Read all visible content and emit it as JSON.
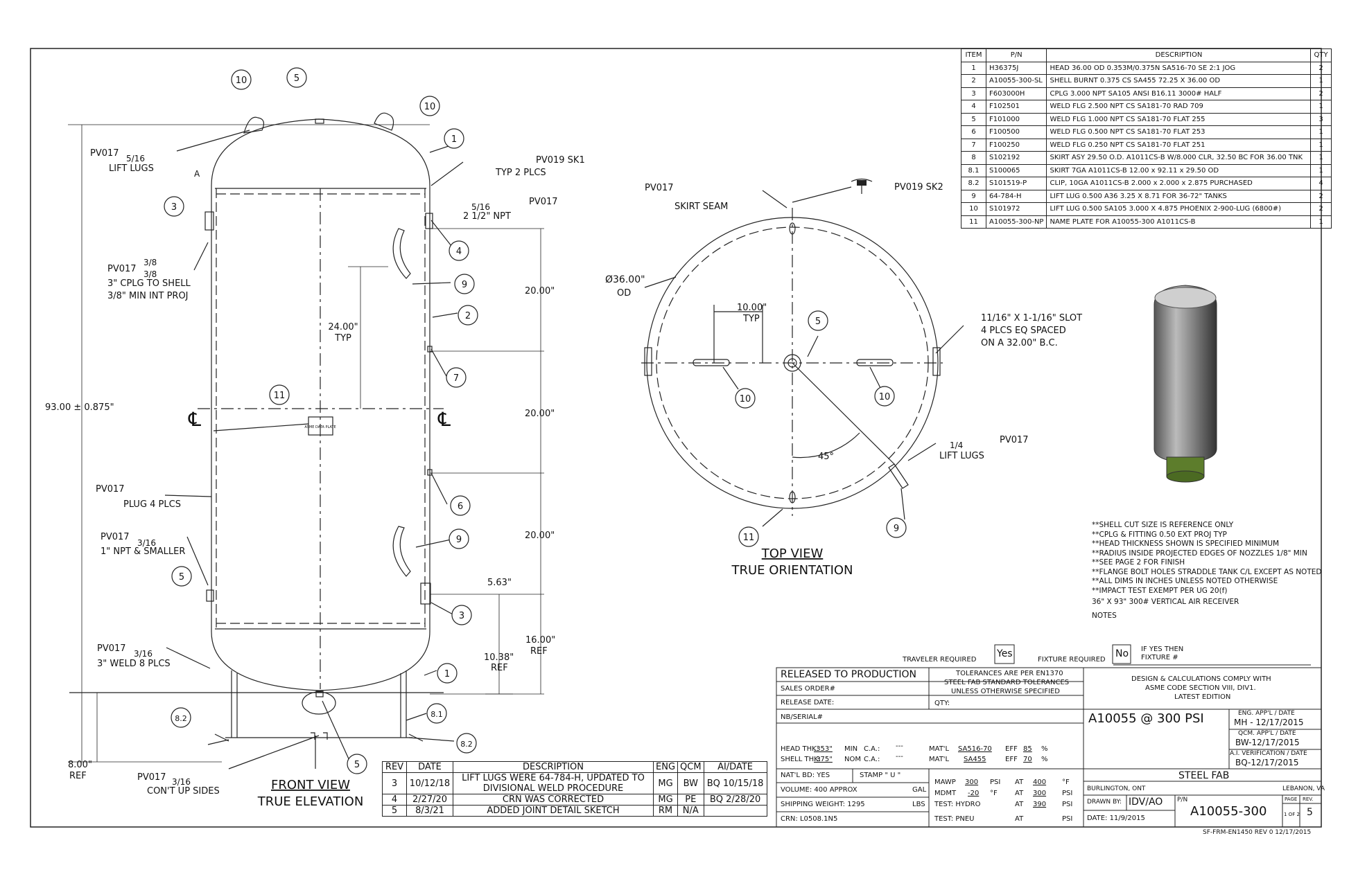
{
  "bom": {
    "headers": [
      "ITEM",
      "P/N",
      "DESCRIPTION",
      "QTY"
    ],
    "rows": [
      {
        "item": "1",
        "pn": "H36375J",
        "desc": "HEAD 36.00 OD 0.353M/0.375N SA516-70 SE 2:1 JOG",
        "qty": "2"
      },
      {
        "item": "2",
        "pn": "A10055-300-SL",
        "desc": "SHELL BURNT 0.375 CS SA455 72.25 X 36.00 OD",
        "qty": "1"
      },
      {
        "item": "3",
        "pn": "F603000H",
        "desc": "CPLG 3.000 NPT SA105 ANSI B16.11 3000# HALF",
        "qty": "2"
      },
      {
        "item": "4",
        "pn": "F102501",
        "desc": "WELD FLG 2.500 NPT CS SA181-70 RAD 709",
        "qty": "1"
      },
      {
        "item": "5",
        "pn": "F101000",
        "desc": "WELD FLG 1.000 NPT CS SA181-70 FLAT 255",
        "qty": "3"
      },
      {
        "item": "6",
        "pn": "F100500",
        "desc": "WELD FLG 0.500 NPT CS SA181-70 FLAT 253",
        "qty": "1"
      },
      {
        "item": "7",
        "pn": "F100250",
        "desc": "WELD FLG 0.250 NPT CS SA181-70 FLAT 251",
        "qty": "1"
      },
      {
        "item": "8",
        "pn": "S102192",
        "desc": "SKIRT ASY 29.50 O.D. A1011CS-B W/8.000 CLR, 32.50 BC FOR 36.00 TNK",
        "qty": "1"
      },
      {
        "item": "8.1",
        "pn": "S100065",
        "desc": "SKIRT 7GA A1011CS-B 12.00 x 92.11 x 29.50 OD",
        "qty": "1"
      },
      {
        "item": "8.2",
        "pn": "S101519-P",
        "desc": "CLIP, 10GA A1011CS-B 2.000 x 2.000 x 2.875 PURCHASED",
        "qty": "4"
      },
      {
        "item": "9",
        "pn": "64-784-H",
        "desc": "LIFT LUG 0.500 A36 3.25 X 8.71 FOR 36-72\" TANKS",
        "qty": "2"
      },
      {
        "item": "10",
        "pn": "S101972",
        "desc": "LIFT LUG 0.500 SA105 3.000 X 4.875 PHOENIX 2-900-LUG (6800#)",
        "qty": "2"
      },
      {
        "item": "11",
        "pn": "A10055-300-NP",
        "desc": "NAME PLATE FOR A10055-300 A1011CS-B",
        "qty": "1"
      }
    ]
  },
  "front_view": {
    "title": "FRONT VIEW",
    "subtitle": "TRUE ELEVATION",
    "overall_height": "93.00 ± 0.875\"",
    "skirt_ref": "8.00\"",
    "ref": "REF",
    "lug_spacing": "24.00\"",
    "typ": "TYP",
    "dim_20a": "20.00\"",
    "dim_20b": "20.00\"",
    "dim_20c": "20.00\"",
    "dim_563": "5.63\"",
    "dim_1038": "10.38\"",
    "dim_1600": "16.00\"",
    "centerline": "℄",
    "notes": {
      "lift_lugs": "LIFT LUGS",
      "frac_516": "5/16",
      "pv017": "PV017",
      "pv019_sk1": "PV019 SK1",
      "typ_2_plcs": "TYP 2 PLCS",
      "npt_212": "2 1/2\" NPT",
      "frac_38": "3/8",
      "cplg": "3\" CPLG TO SHELL",
      "min_int": "3/8\" MIN INT PROJ",
      "plug": "PLUG 4 PLCS",
      "frac_316": "3/16",
      "npt_small": "1\" NPT & SMALLER",
      "weld_8": "3\" WELD 8 PLCS",
      "cont_up": "CON'T UP SIDES",
      "view_a": "A",
      "nameplate": "ASME DATA PLATE"
    },
    "balloons": [
      "10",
      "5",
      "10",
      "1",
      "3",
      "4",
      "9",
      "2",
      "7",
      "11",
      "6",
      "9",
      "5",
      "3",
      "1",
      "8.1",
      "8.2",
      "8.2",
      "5"
    ]
  },
  "top_view": {
    "title": "TOP VIEW",
    "subtitle": "TRUE ORIENTATION",
    "diameter": "Ø36.00\"",
    "od": "OD",
    "lug_dim": "10.00\"",
    "typ": "TYP",
    "slot": "11/16\" X 1-1/16\" SLOT",
    "slot2": "4 PLCS EQ SPACED",
    "slot3": "ON A 32.00\" B.C.",
    "angle": "45°",
    "skirt_seam": "SKIRT SEAM",
    "pv017": "PV017",
    "pv019_sk2": "PV019 SK2",
    "frac_14": "1/4",
    "lift_lugs": "LIFT LUGS",
    "balloons": [
      "5",
      "10",
      "10",
      "11",
      "9"
    ]
  },
  "notes": [
    "**SHELL CUT SIZE IS REFERENCE ONLY",
    "**CPLG & FITTING 0.50 EXT PROJ TYP",
    "**HEAD THICKNESS SHOWN IS SPECIFIED MINIMUM",
    "**RADIUS INSIDE PROJECTED EDGES OF NOZZLES 1/8\" MIN",
    "**SEE PAGE 2 FOR FINISH",
    "**FLANGE BOLT HOLES STRADDLE TANK C/L EXCEPT AS NOTED",
    "**ALL DIMS IN INCHES UNLESS NOTED OTHERWISE",
    "**IMPACT TEST EXEMPT PER UG 20(f)",
    "36\" X 93\" 300# VERTICAL AIR RECEIVER",
    "NOTES"
  ],
  "revisions": {
    "headers": [
      "REV",
      "DATE",
      "DESCRIPTION",
      "ENG",
      "QCM",
      "AI/DATE"
    ],
    "rows": [
      {
        "rev": "3",
        "date": "10/12/18",
        "desc": "LIFT LUGS WERE 64-784-H, UPDATED TO DIVISIONAL WELD PROCEDURE",
        "eng": "MG",
        "qcm": "BW",
        "ai": "BQ 10/15/18"
      },
      {
        "rev": "4",
        "date": "2/27/20",
        "desc": "CRN WAS CORRECTED",
        "eng": "MG",
        "qcm": "PE",
        "ai": "BQ 2/28/20"
      },
      {
        "rev": "5",
        "date": "8/3/21",
        "desc": "ADDED JOINT DETAIL SKETCH",
        "eng": "RM",
        "qcm": "N/A",
        "ai": ""
      }
    ]
  },
  "title_block": {
    "traveler_label": "TRAVELER REQUIRED",
    "traveler_value": "Yes",
    "fixture_label": "FIXTURE REQUIRED",
    "fixture_value": "No",
    "if_yes": "IF YES THEN",
    "fixture_no": "FIXTURE #",
    "released": "RELEASED TO PRODUCTION",
    "sales_order": "SALES ORDER#",
    "release_date": "RELEASE DATE:",
    "nb_serial": "NB/SERIAL#",
    "tol1": "TOLERANCES ARE PER EN1370",
    "tol2": "STEEL FAB STANDARD TOLERANCES",
    "tol3": "UNLESS OTHERWISE SPECIFIED",
    "qty": "QTY:",
    "design1": "DESIGN & CALCULATIONS COMPLY WITH",
    "design2": "ASME CODE SECTION VIII, DIV1.",
    "design3": "LATEST EDITION",
    "model": "A10055 @ 300 PSI",
    "eng_appl": "ENG. APP'L / DATE",
    "eng_val": "MH - 12/17/2015",
    "qcm_appl": "QCM. APP'L / DATE",
    "qcm_val": "BW-12/17/2015",
    "ai_ver": "A.I. VERIFICATION / DATE",
    "ai_val": "BQ-12/17/2015",
    "head_thk": "HEAD THK:",
    "head_thk_v": ".353\"",
    "min": "MIN",
    "ca": "C.A.:",
    "ca_v": "---",
    "matl": "MAT'L",
    "head_mat": "SA516-70",
    "eff": "EFF",
    "head_eff": "85",
    "pct": "%",
    "shell_thk": "SHELL THK:",
    "shell_thk_v": ".375\"",
    "nom": "NOM",
    "shell_mat": "SA455",
    "shell_eff": "70",
    "natl_bd": "NAT'L BD: YES",
    "stamp": "STAMP \"  U  \"",
    "volume": "VOLUME:  400 APPROX",
    "gal": "GAL",
    "ship_wt": "SHIPPING WEIGHT:  1295",
    "lbs": "LBS",
    "crn": "CRN:  L0508.1N5",
    "mawp": "MAWP",
    "mawp_v": "300",
    "psi": "PSI",
    "at": "AT",
    "mawp_t": "400",
    "degf": "°F",
    "mdmt": "MDMT",
    "mdmt_v": "-20",
    "f": "°F",
    "mdmt_p": "300",
    "test_hydro": "TEST:  HYDRO",
    "hydro_p": "390",
    "test_pneu": "TEST:  PNEU",
    "company": "STEEL FAB",
    "loc1": "BURLINGTON, ONT",
    "loc2": "LEBANON, VA",
    "drawn_by": "DRAWN BY:",
    "drawn_v": "IDV/AO",
    "pn_label": "P/N",
    "pn_value": "A10055-300",
    "date_label": "DATE:  11/9/2015",
    "page_label": "PAGE",
    "page_v": "1 OF 2",
    "rev_label": "REV.",
    "rev_v": "5",
    "form": "SF-FRM-EN1450  REV 0 12/17/2015"
  }
}
